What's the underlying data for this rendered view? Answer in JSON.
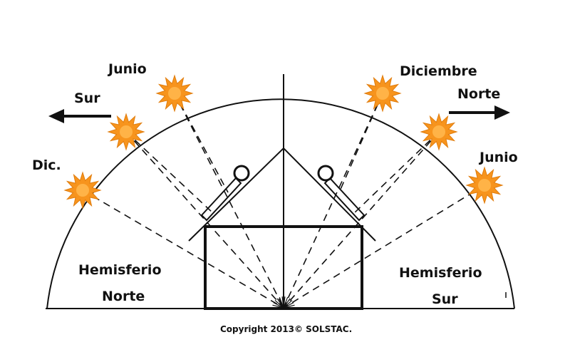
{
  "labels": {
    "junio_left": "Junio",
    "sur_arrow": "Sur",
    "dic_left": "Dic.",
    "diciembre_right": "Diciembre",
    "norte_arrow": "Norte",
    "junio_right": "Junio",
    "hemisferio_norte_1": "Hemisferio",
    "hemisferio_norte_2": "Norte",
    "hemisferio_sur_1": "Hemisferio",
    "hemisferio_sur_2": "Sur"
  },
  "copyright": "Copyright 2013© SOLSTAC.",
  "colors": {
    "sun": "#f7941d",
    "sun_core": "#ffb347",
    "line": "#111111",
    "background": "#ffffff"
  },
  "icons": {
    "sun": "sun-icon",
    "solar_collector": "solar-collector-icon",
    "arrow_left": "arrow-left-icon",
    "arrow_right": "arrow-right-icon"
  }
}
